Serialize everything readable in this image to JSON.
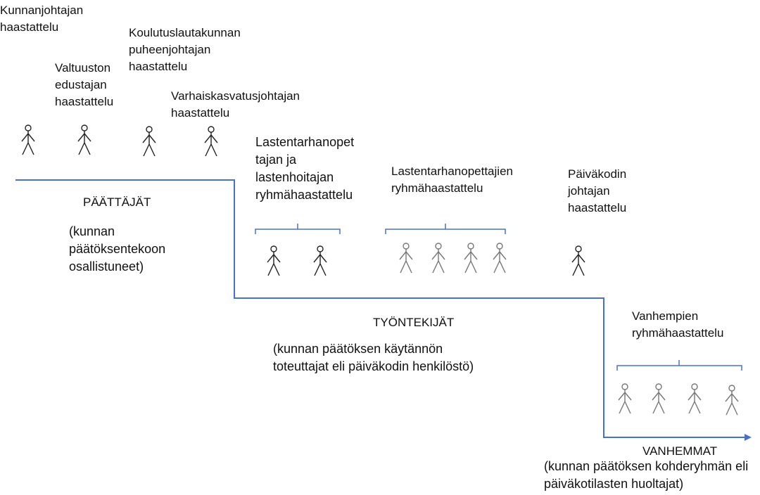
{
  "colors": {
    "step_line": "#4a72c4",
    "brace": "#4a72c4",
    "figure_dark": "#222222",
    "figure_light": "#777777",
    "text": "#111111"
  },
  "icons": {
    "person": "stick-figure-icon"
  },
  "decision_makers": {
    "interviews": [
      "Kunnanjohtajan\nhaastattelu",
      "Valtuuston\nedustajan\nhaastattelu",
      "Koulutuslautakunnan\npuheenjohtajan\nhaastattelu",
      "Varhaiskasvatusjohtajan\nhaastattelu"
    ],
    "group_title": "PÄÄTTÄJÄT",
    "group_desc": "(kunnan\npäätöksentekoon\nosallistuneet)"
  },
  "employees": {
    "interviews": [
      "Lastentarhanopet\ntajan ja\nlastenhoitajan\nryhmähaastattelu",
      "Lastentarhanopettajien\nryhmähaastattelu",
      "Päiväkodin\njohtajan\nhaastattelu"
    ],
    "group_title": "TYÖNTEKIJÄT",
    "group_desc": "(kunnan päätöksen käytännön\ntoteuttajat eli päiväkodin henkilöstö)"
  },
  "parents": {
    "interviews": [
      "Vanhempien\nryhmähaastattelu"
    ],
    "group_title": "VANHEMMAT",
    "group_desc": "(kunnan päätöksen kohderyhmän eli\npäiväkotilasten huoltajat)"
  }
}
